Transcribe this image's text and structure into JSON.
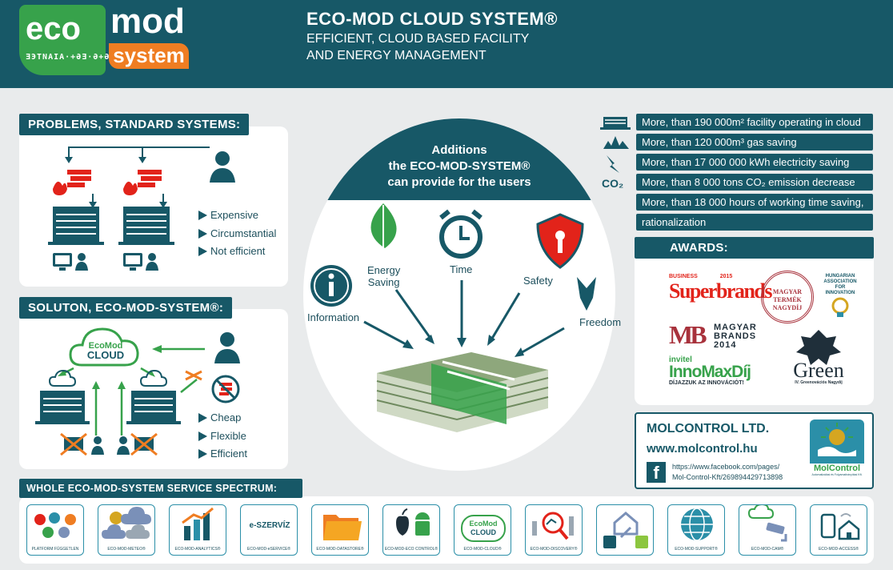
{
  "header": {
    "logo_eco": "eco",
    "logo_mod": "mod",
    "logo_system": "system",
    "logo_tagline": "ƎЭTNAIA·+ƏƎ·Ə+Ə",
    "title": "ECO-MOD CLOUD SYSTEM®",
    "subtitle_line1": "EFFICIENT, CLOUD BASED FACILITY",
    "subtitle_line2": "AND ENERGY MANAGEMENT"
  },
  "problems": {
    "title": "PROBLEMS, STANDARD SYSTEMS:",
    "bullets": [
      "Expensive",
      "Circumstantial",
      "Not efficient"
    ]
  },
  "solution": {
    "title": "SOLUTON, ECO-MOD-SYSTEM®:",
    "cloud_label_1": "EcoMod",
    "cloud_label_2": "CLOUD",
    "bullets": [
      "Cheap",
      "Flexible",
      "Efficient"
    ]
  },
  "center": {
    "heading_line1": "Additions",
    "heading_line2": "the ECO-MOD-SYSTEM®",
    "heading_line3": "can provide for the users",
    "labels": {
      "information": "Information",
      "energy_1": "Energy",
      "energy_2": "Saving",
      "time": "Time",
      "safety": "Safety",
      "freedom": "Freedom"
    }
  },
  "stats": {
    "co2_icon": "CO₂",
    "items": [
      "More, than 190 000m² facility operating in cloud",
      "More, than 120 000m³ gas saving",
      "More, than 17 000 000 kWh electricity saving",
      "More, than 8 000 tons CO₂ emission decrease",
      "More, than 18 000 hours of working time saving,",
      "rationalization"
    ]
  },
  "awards": {
    "title": "AWARDS:",
    "superbrands": "Superbrands",
    "superbrands_top": "BUSINESS",
    "superbrands_year": "2015",
    "mb_logo": "MB",
    "magyar_brands": "MAGYAR",
    "magyar_brands_2": "BRANDS",
    "magyar_brands_year": "2014",
    "innomax_brand": "invitel",
    "innomax": "InnoMaxDíj",
    "innomax_sub": "DÍJAZZUK AZ INNOVÁCIÓT!",
    "seal_text": "MAGYAR TERMÉK NAGYDÍJ",
    "hungarian_1": "HUNGARIAN",
    "hungarian_2": "ASSOCIATION",
    "hungarian_3": "FOR",
    "hungarian_4": "INNOVATION",
    "green": "Green",
    "green_sub": "IV. Greenovációs Nagydíj"
  },
  "company": {
    "name": "MOLCONTROL LTD.",
    "website": "www.molcontrol.hu",
    "facebook_line1": "https://www.facebook.com/pages/",
    "facebook_line2": "Mol-Control-Kft/269894429713898",
    "logo_label": "MolControl",
    "logo_sub": "Automatizálási és Folyamatirányítási Kft."
  },
  "spectrum": {
    "title": "WHOLE ECO-MOD-SYSTEM SERVICE SPECTRUM:",
    "eszerviz": "e-SZERVÍZ",
    "cloud_tile_1": "EcoMod",
    "cloud_tile_2": "CLOUD",
    "tiles": [
      "PLATFORM FÜGGETLEN",
      "ECO-MOD-METEO®",
      "ECO-MOD-ANALYTICS®",
      "ECO-MOD-eSERVICE®",
      "ECO-MOD-DATASTORE®",
      "ECO-MOD-ECO CONTROL®",
      "ECO-MOD-CLOUD®",
      "ECO-MOD-DISCOVERY®",
      "",
      "ECO-MOD-SUPPORT®",
      "ECO-MOD-CAM®",
      "ECO-MOD-ACCESS®"
    ]
  },
  "colors": {
    "primary": "#175867",
    "green": "#37a24b",
    "orange": "#ef7d22",
    "red": "#e2231a",
    "background": "#e9ebec"
  }
}
